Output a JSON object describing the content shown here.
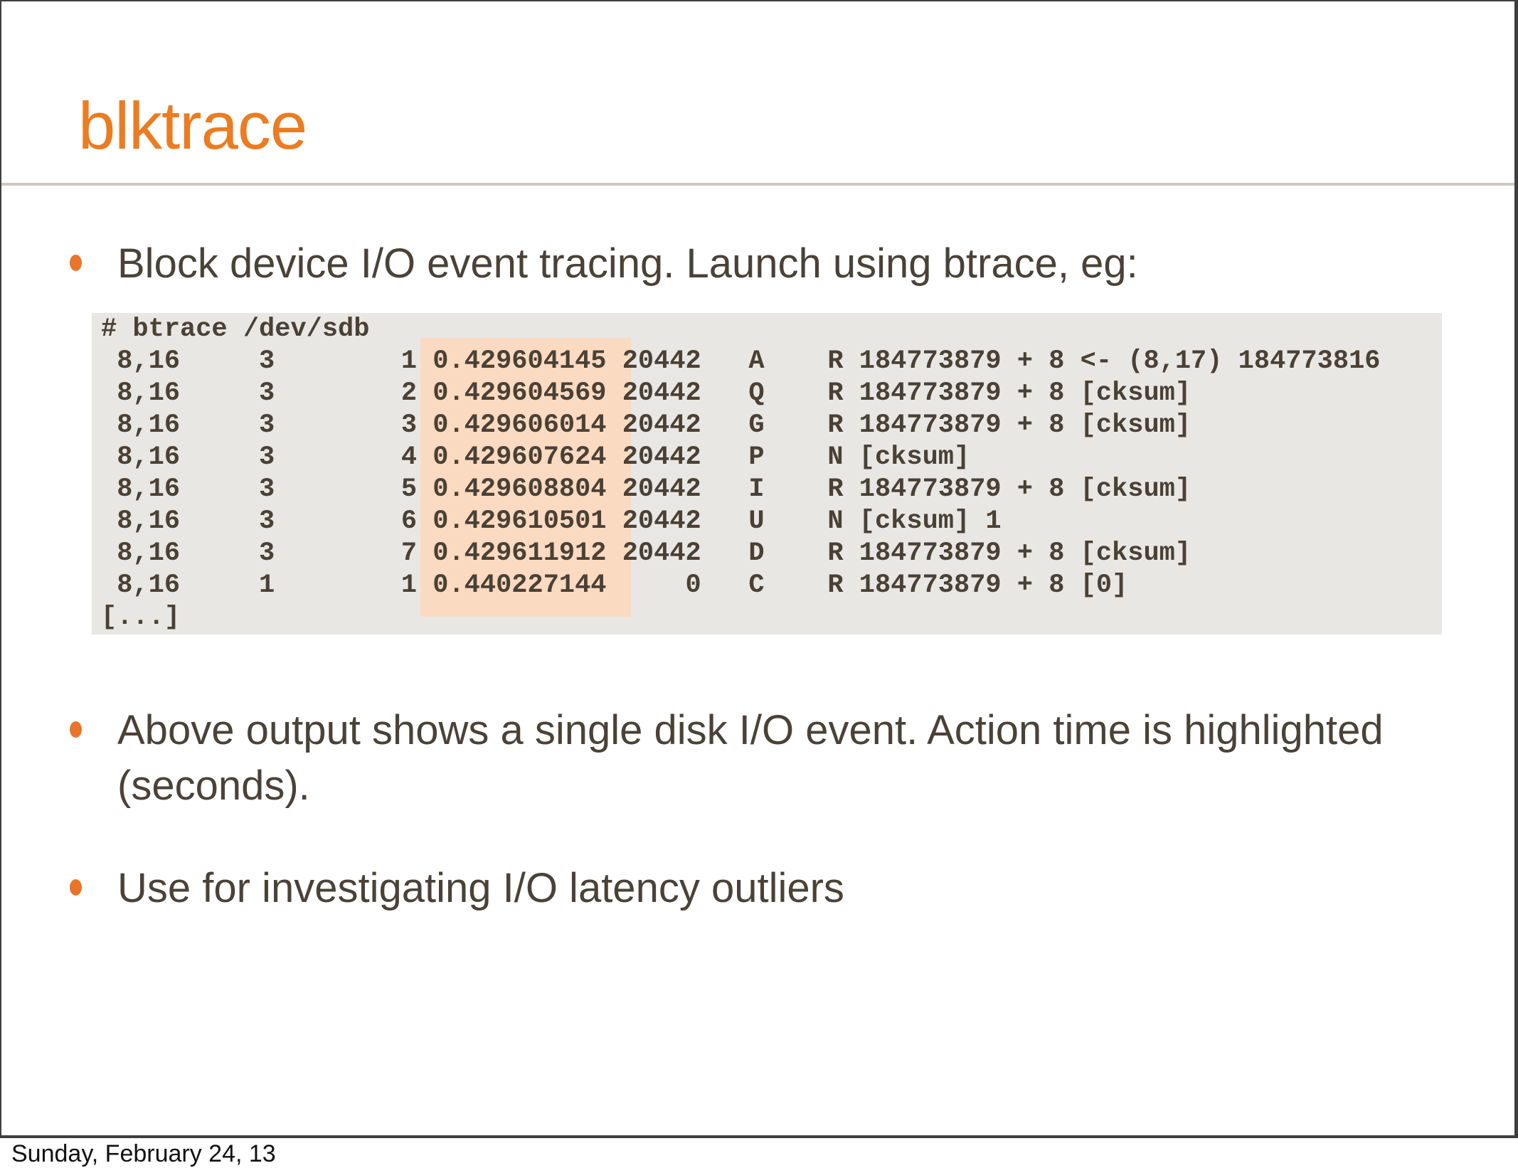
{
  "slide": {
    "title": "blktrace",
    "bullets": [
      "Block device I/O event tracing. Launch using btrace, eg:",
      "Above output shows a single disk I/O event. Action time is highlighted (seconds).",
      "Use for investigating I/O latency outliers"
    ],
    "code": {
      "description": "btrace example output; action time column highlighted",
      "lines": [
        "# btrace /dev/sdb",
        " 8,16     3        1 0.429604145 20442   A    R 184773879 + 8 <- (8,17) 184773816",
        " 8,16     3        2 0.429604569 20442   Q    R 184773879 + 8 [cksum]",
        " 8,16     3        3 0.429606014 20442   G    R 184773879 + 8 [cksum]",
        " 8,16     3        4 0.429607624 20442   P    N [cksum]",
        " 8,16     3        5 0.429608804 20442   I    R 184773879 + 8 [cksum]",
        " 8,16     3        6 0.429610501 20442   U    N [cksum] 1",
        " 8,16     3        7 0.429611912 20442   D    R 184773879 + 8 [cksum]",
        " 8,16     1        1 0.440227144     0   C    R 184773879 + 8 [0]",
        "[...]"
      ]
    },
    "footer": "Sunday, February 24, 13"
  },
  "colors": {
    "accent_orange": "#EB7C21",
    "body_text": "#4B4237",
    "code_text": "#4A4136",
    "code_background": "#E9E7E4",
    "highlight": "#FBDAC2",
    "rule": "#CCC8C2",
    "slide_border": "#3E3E3E"
  }
}
